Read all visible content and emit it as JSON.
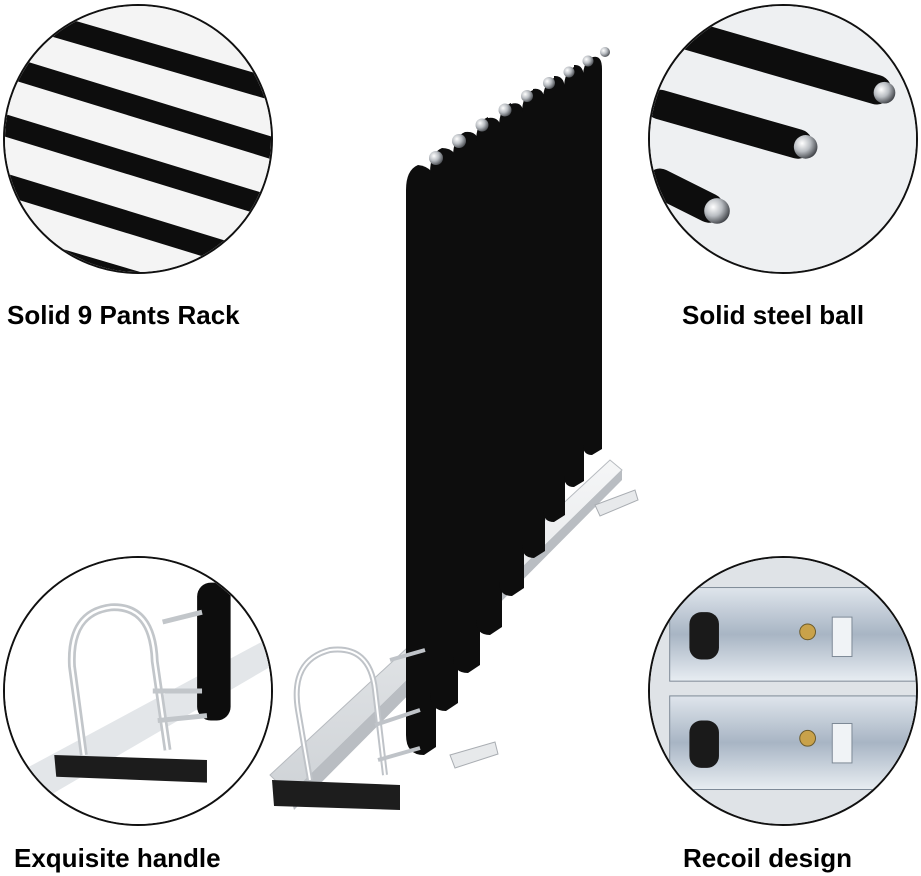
{
  "captions": {
    "top_left": "Solid 9 Pants Rack",
    "top_right": "Solid steel ball",
    "bottom_left": "Exquisite handle",
    "bottom_right": "Recoil design"
  },
  "colors": {
    "background": "#ffffff",
    "foam_bar": "#0d0d0d",
    "rail": "#e6e8ea",
    "chrome": "#c9ccd0",
    "slide_metal": "#aab6c4"
  }
}
